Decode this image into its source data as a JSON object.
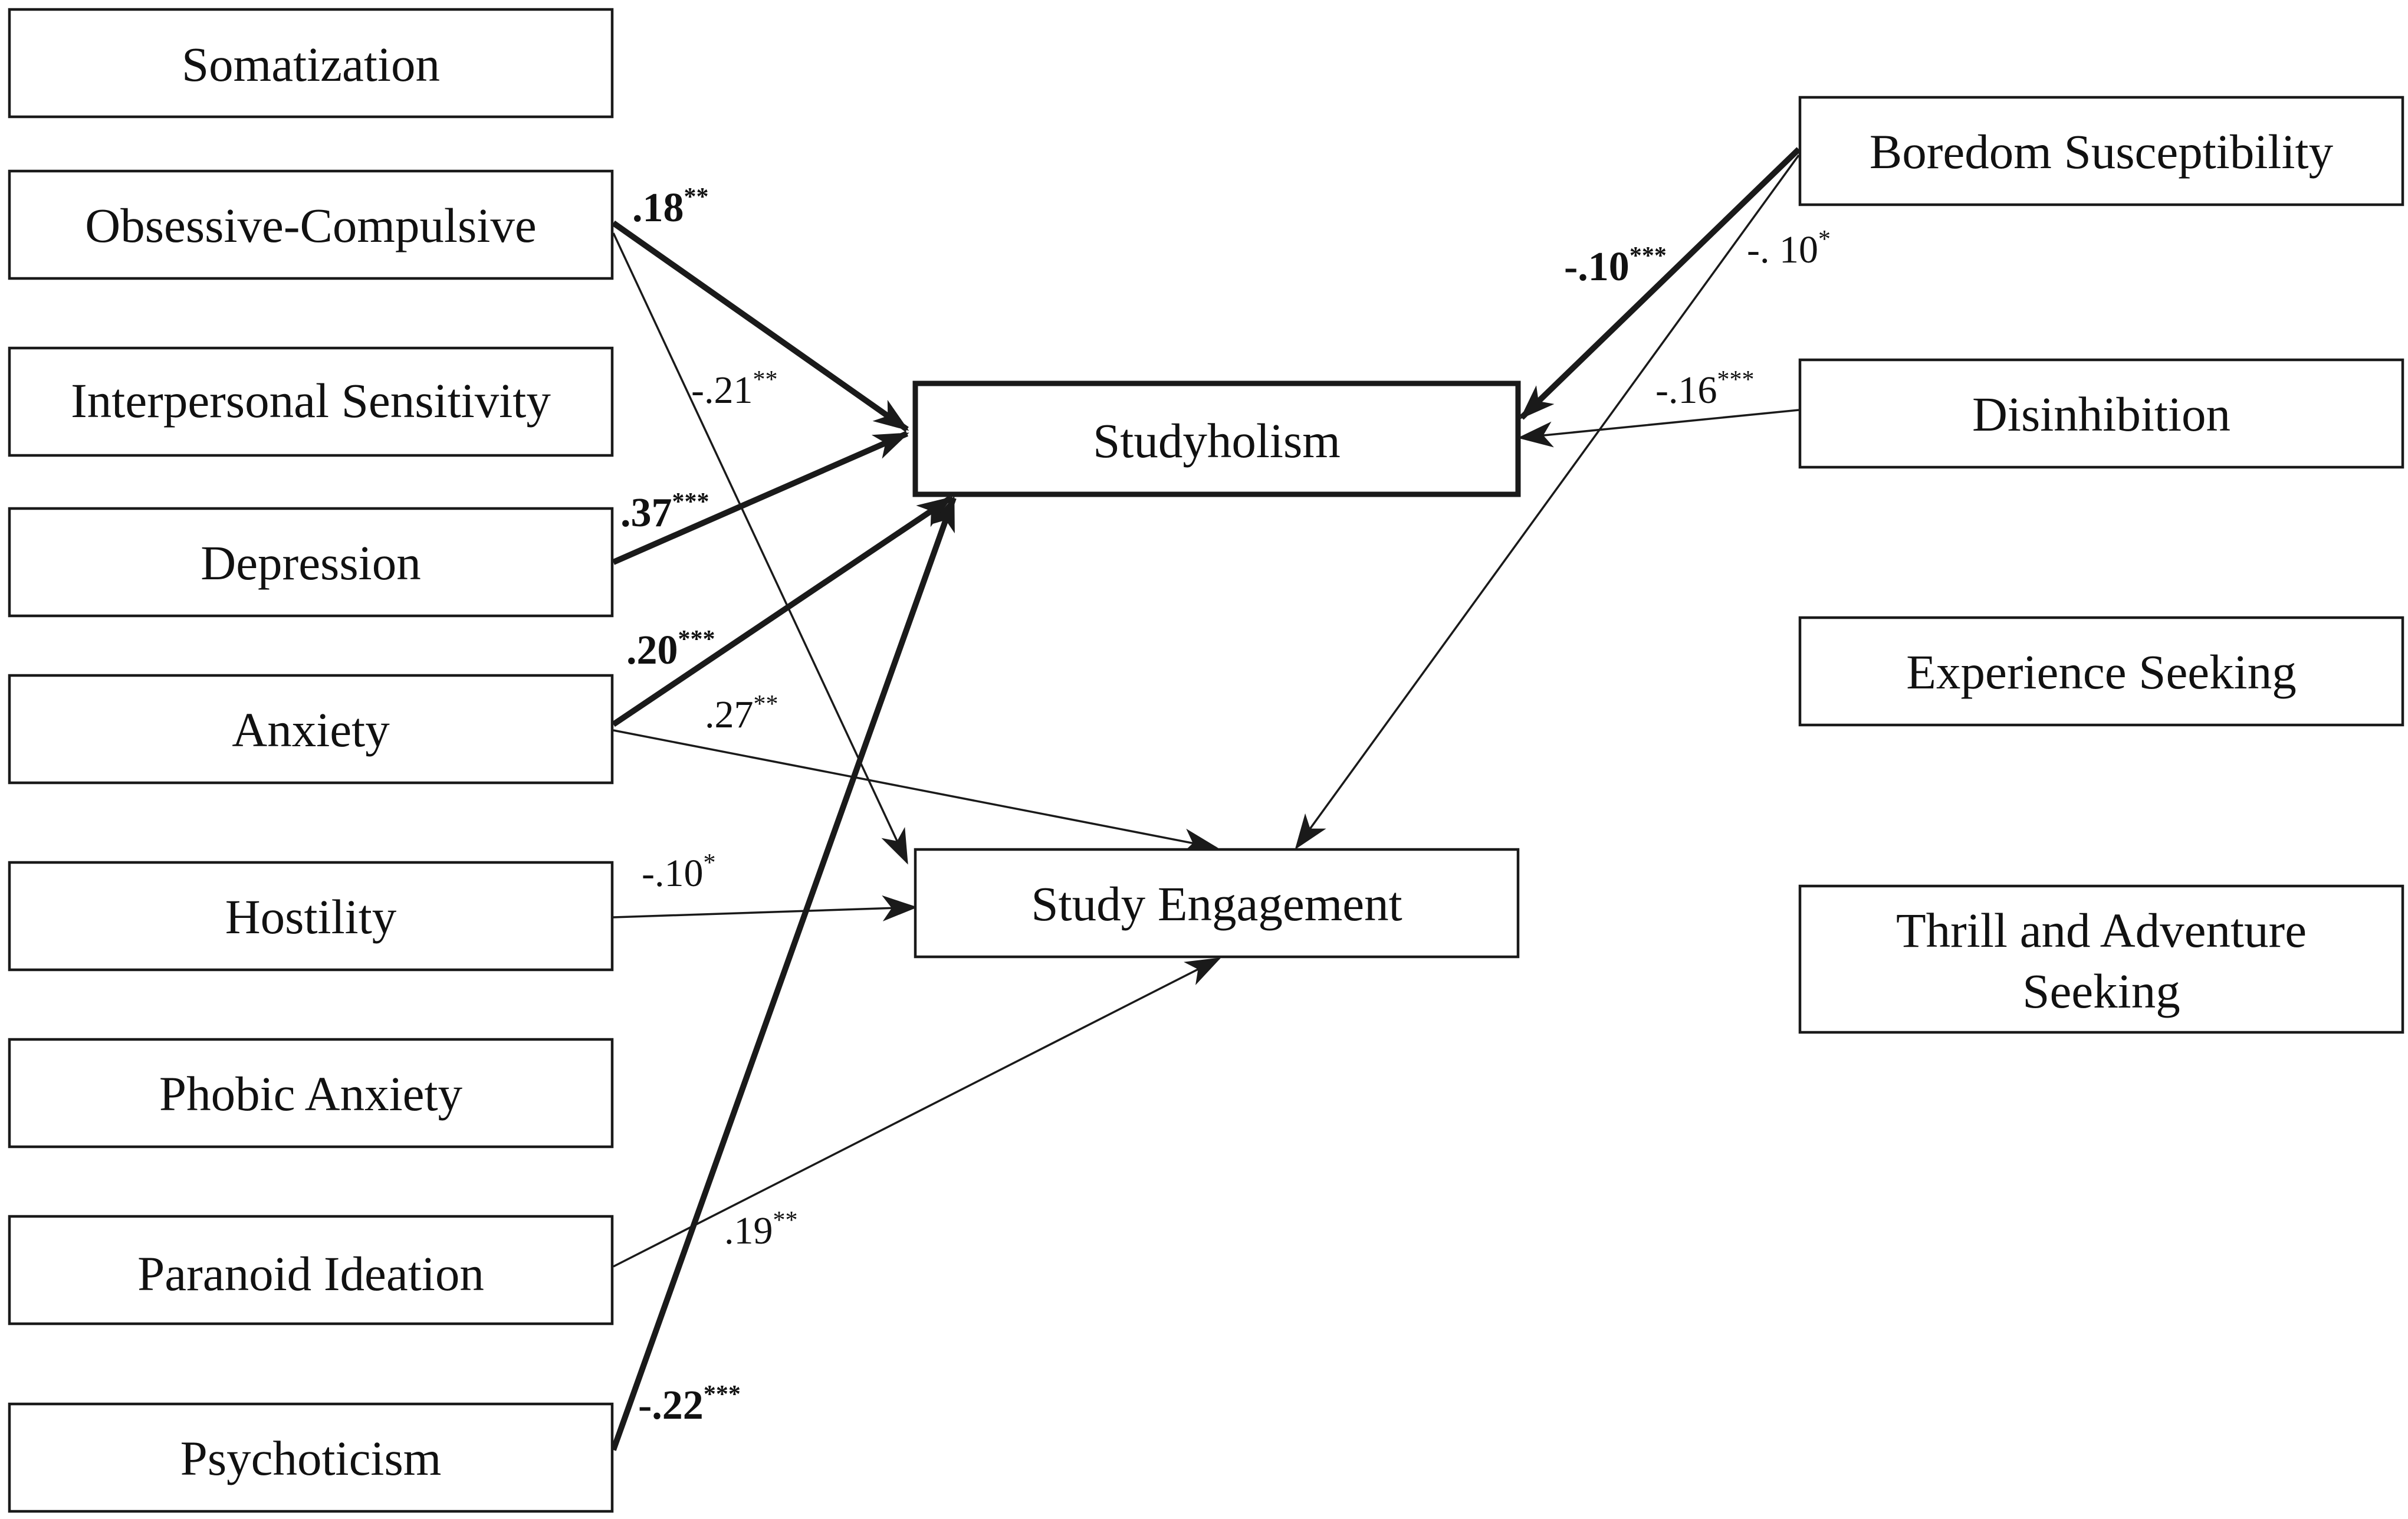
{
  "nodes": {
    "somatization": "Somatization",
    "obsessive_compulsive": "Obsessive-Compulsive",
    "interpersonal_sensitivity": "Interpersonal Sensitivity",
    "depression": "Depression",
    "anxiety": "Anxiety",
    "hostility": "Hostility",
    "phobic_anxiety": "Phobic Anxiety",
    "paranoid_ideation": "Paranoid Ideation",
    "psychoticism": "Psychoticism",
    "studyholism": "Studyholism",
    "study_engagement": "Study Engagement",
    "boredom_susceptibility": "Boredom Susceptibility",
    "disinhibition": "Disinhibition",
    "experience_seeking": "Experience Seeking",
    "thrill_line1": "Thrill and Adventure",
    "thrill_line2": "Seeking"
  },
  "paths": [
    {
      "id": "oc_studyholism",
      "from": "Obsessive-Compulsive",
      "to": "Studyholism",
      "coef": ".18",
      "sig": "**",
      "bold": true
    },
    {
      "id": "oc_engagement",
      "from": "Obsessive-Compulsive",
      "to": "Study Engagement",
      "coef": "-.21",
      "sig": "**",
      "bold": false
    },
    {
      "id": "dep_studyholism",
      "from": "Depression",
      "to": "Studyholism",
      "coef": ".37",
      "sig": "***",
      "bold": true
    },
    {
      "id": "anx_studyholism",
      "from": "Anxiety",
      "to": "Studyholism",
      "coef": ".20",
      "sig": "***",
      "bold": true
    },
    {
      "id": "anx_engagement",
      "from": "Anxiety",
      "to": "Study Engagement",
      "coef": ".27",
      "sig": "**",
      "bold": false
    },
    {
      "id": "host_engagement",
      "from": "Hostility",
      "to": "Study Engagement",
      "coef": "-.10",
      "sig": "*",
      "bold": false
    },
    {
      "id": "par_engagement",
      "from": "Paranoid Ideation",
      "to": "Study Engagement",
      "coef": ".19",
      "sig": "**",
      "bold": false
    },
    {
      "id": "psy_studyholism",
      "from": "Psychoticism",
      "to": "Studyholism",
      "coef": "-.22",
      "sig": "***",
      "bold": true
    },
    {
      "id": "bor_studyholism",
      "from": "Boredom Susceptibility",
      "to": "Studyholism",
      "coef": "-.10",
      "sig": "***",
      "bold": true
    },
    {
      "id": "bor_engagement",
      "from": "Boredom Susceptibility",
      "to": "Study Engagement",
      "coef": "-. 10",
      "sig": "*",
      "bold": false
    },
    {
      "id": "dis_studyholism",
      "from": "Disinhibition",
      "to": "Studyholism",
      "coef": "-.16",
      "sig": "***",
      "bold": false
    }
  ]
}
